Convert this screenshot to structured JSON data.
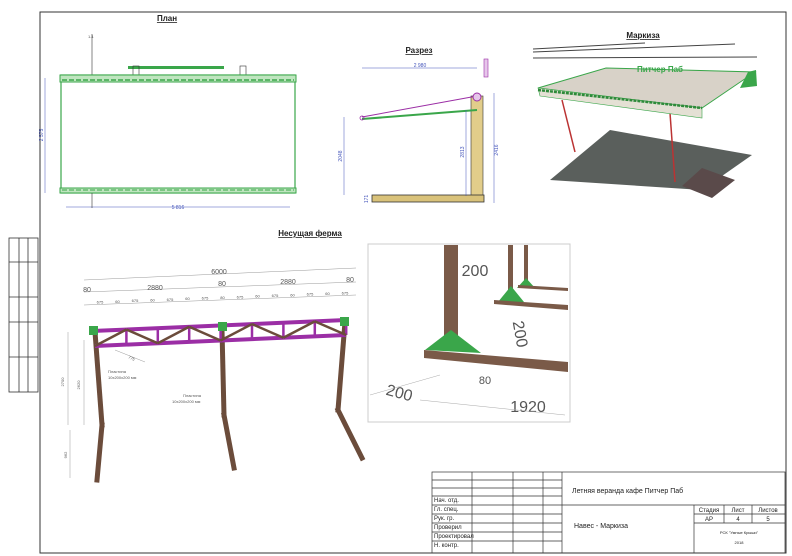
{
  "sheet": {
    "sections": {
      "plan": "План",
      "section": "Разрез",
      "marquise": "Маркиза",
      "truss": "Несущая ферма"
    },
    "plan_dims": {
      "height": "2 575",
      "width": "5 816",
      "cut_mark": "1-1"
    },
    "section_dims": {
      "span": "2 980",
      "left_height": "2048",
      "inner_height": "2813",
      "right_height": "2416",
      "floor": "171"
    },
    "marquise_sign": "Питчер Паб",
    "truss": {
      "overall": "6000",
      "halves": [
        "2880",
        "80",
        "2880"
      ],
      "edge": [
        "80",
        "80"
      ],
      "modules": [
        "675",
        "60",
        "675",
        "60",
        "675",
        "60",
        "675",
        "80",
        "675",
        "60",
        "675",
        "60",
        "675",
        "60",
        "675"
      ],
      "diag": "775",
      "heights": [
        "2700",
        "2620",
        "962"
      ],
      "plate_label_1": "Пластина",
      "plate_size_1": "10х200х200 мм",
      "plate_label_2": "Пластина",
      "plate_size_2": "10х200х200 мм"
    },
    "detail": {
      "plate_h": "200",
      "plate_w": "200",
      "beam": "80",
      "side": "200",
      "length": "1920"
    },
    "title_block": {
      "roles": [
        "Нач. отд.",
        "Гл. спец.",
        "Рук. гр.",
        "Проверил",
        "Проектировал",
        "Н. контр."
      ],
      "project": "Летняя веранда кафе Питчер Паб",
      "sheet_name": "Навес - Маркиза",
      "headers": [
        "Стадия",
        "Лист",
        "Листов"
      ],
      "values": [
        "АР",
        "4",
        "5"
      ],
      "org": "РСК \"Умные Крыши\"",
      "year": "2018"
    },
    "colors": {
      "green": "#3aa64a",
      "purple": "#9b2ea5",
      "wood": "#7a5a48",
      "tan": "#d9c27a",
      "dim": "#4455bb"
    }
  }
}
